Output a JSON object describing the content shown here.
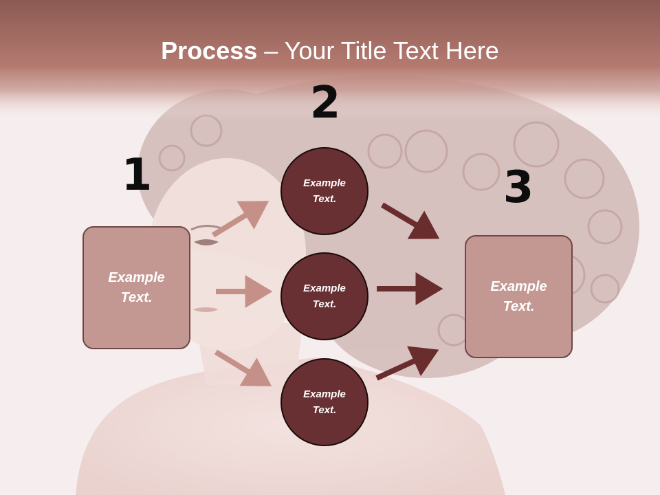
{
  "title": {
    "bold": "Process",
    "rest": " – Your Title Text Here"
  },
  "steps": [
    {
      "number": "1",
      "label": "Example Text."
    },
    {
      "number": "2",
      "labels": [
        "Example Text.",
        "Example Text.",
        "Example Text."
      ]
    },
    {
      "number": "3",
      "label": "Example Text."
    }
  ],
  "colors": {
    "header_band": "#b47a70",
    "box_fill": "#c49892",
    "box_border": "#6e4744",
    "circle_fill": "#683033",
    "arrow_light": "#c59087",
    "arrow_dark": "#6a2d2e"
  }
}
